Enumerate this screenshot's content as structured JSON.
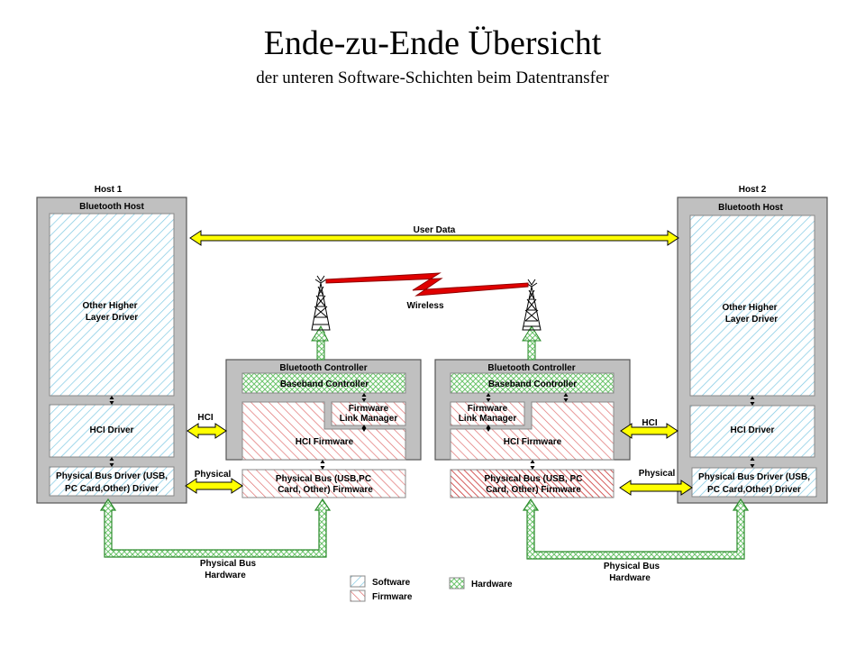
{
  "title": "Ende-zu-Ende Übersicht",
  "subtitle": "der unteren Software-Schichten beim Datentransfer",
  "host1": {
    "label": "Host 1",
    "bluetooth_host": "Bluetooth Host",
    "higher_layer": [
      "Other Higher",
      "Layer Driver"
    ],
    "hci_driver": "HCI Driver",
    "bus_driver": [
      "Physical Bus Driver (USB,",
      "PC Card,Other) Driver"
    ]
  },
  "host2": {
    "label": "Host 2",
    "bluetooth_host": "Bluetooth Host",
    "higher_layer": [
      "Other Higher",
      "Layer Driver"
    ],
    "hci_driver": "HCI Driver",
    "bus_driver": [
      "Physical Bus Driver (USB,",
      "PC Card,Other) Driver"
    ]
  },
  "controller1": {
    "label": "Bluetooth Controller",
    "baseband": "Baseband Controller",
    "link_manager": [
      "Firmware",
      "Link Manager"
    ],
    "hci_firmware": "HCI Firmware",
    "bus_firmware": [
      "Physical Bus (USB,PC",
      "Card, Other) Firmware"
    ]
  },
  "controller2": {
    "label": "Bluetooth Controller",
    "baseband": "Baseband Controller",
    "link_manager": [
      "Firmware",
      "Link Manager"
    ],
    "hci_firmware": "HCI Firmware",
    "bus_firmware": [
      "Physical Bus (USB, PC",
      "Card, Other) Firmware"
    ]
  },
  "arrows": {
    "user_data": "User Data",
    "wireless": "Wireless",
    "hci_left": "HCI",
    "hci_right": "HCI",
    "physical_left": "Physical",
    "physical_right": "Physical",
    "bus_hw_left": [
      "Physical Bus",
      "Hardware"
    ],
    "bus_hw_right": [
      "Physical Bus",
      "Hardware"
    ]
  },
  "legend": {
    "software": "Software",
    "firmware": "Firmware",
    "hardware": "Hardware"
  },
  "colors": {
    "box_gray": "#c0c0c0",
    "software_hatch": "#7ec8e3",
    "firmware_hatch": "#e07070",
    "hardware_hatch": "#6cc46c",
    "arrow_yellow": "#ffff00",
    "wireless_red": "#e00000"
  }
}
